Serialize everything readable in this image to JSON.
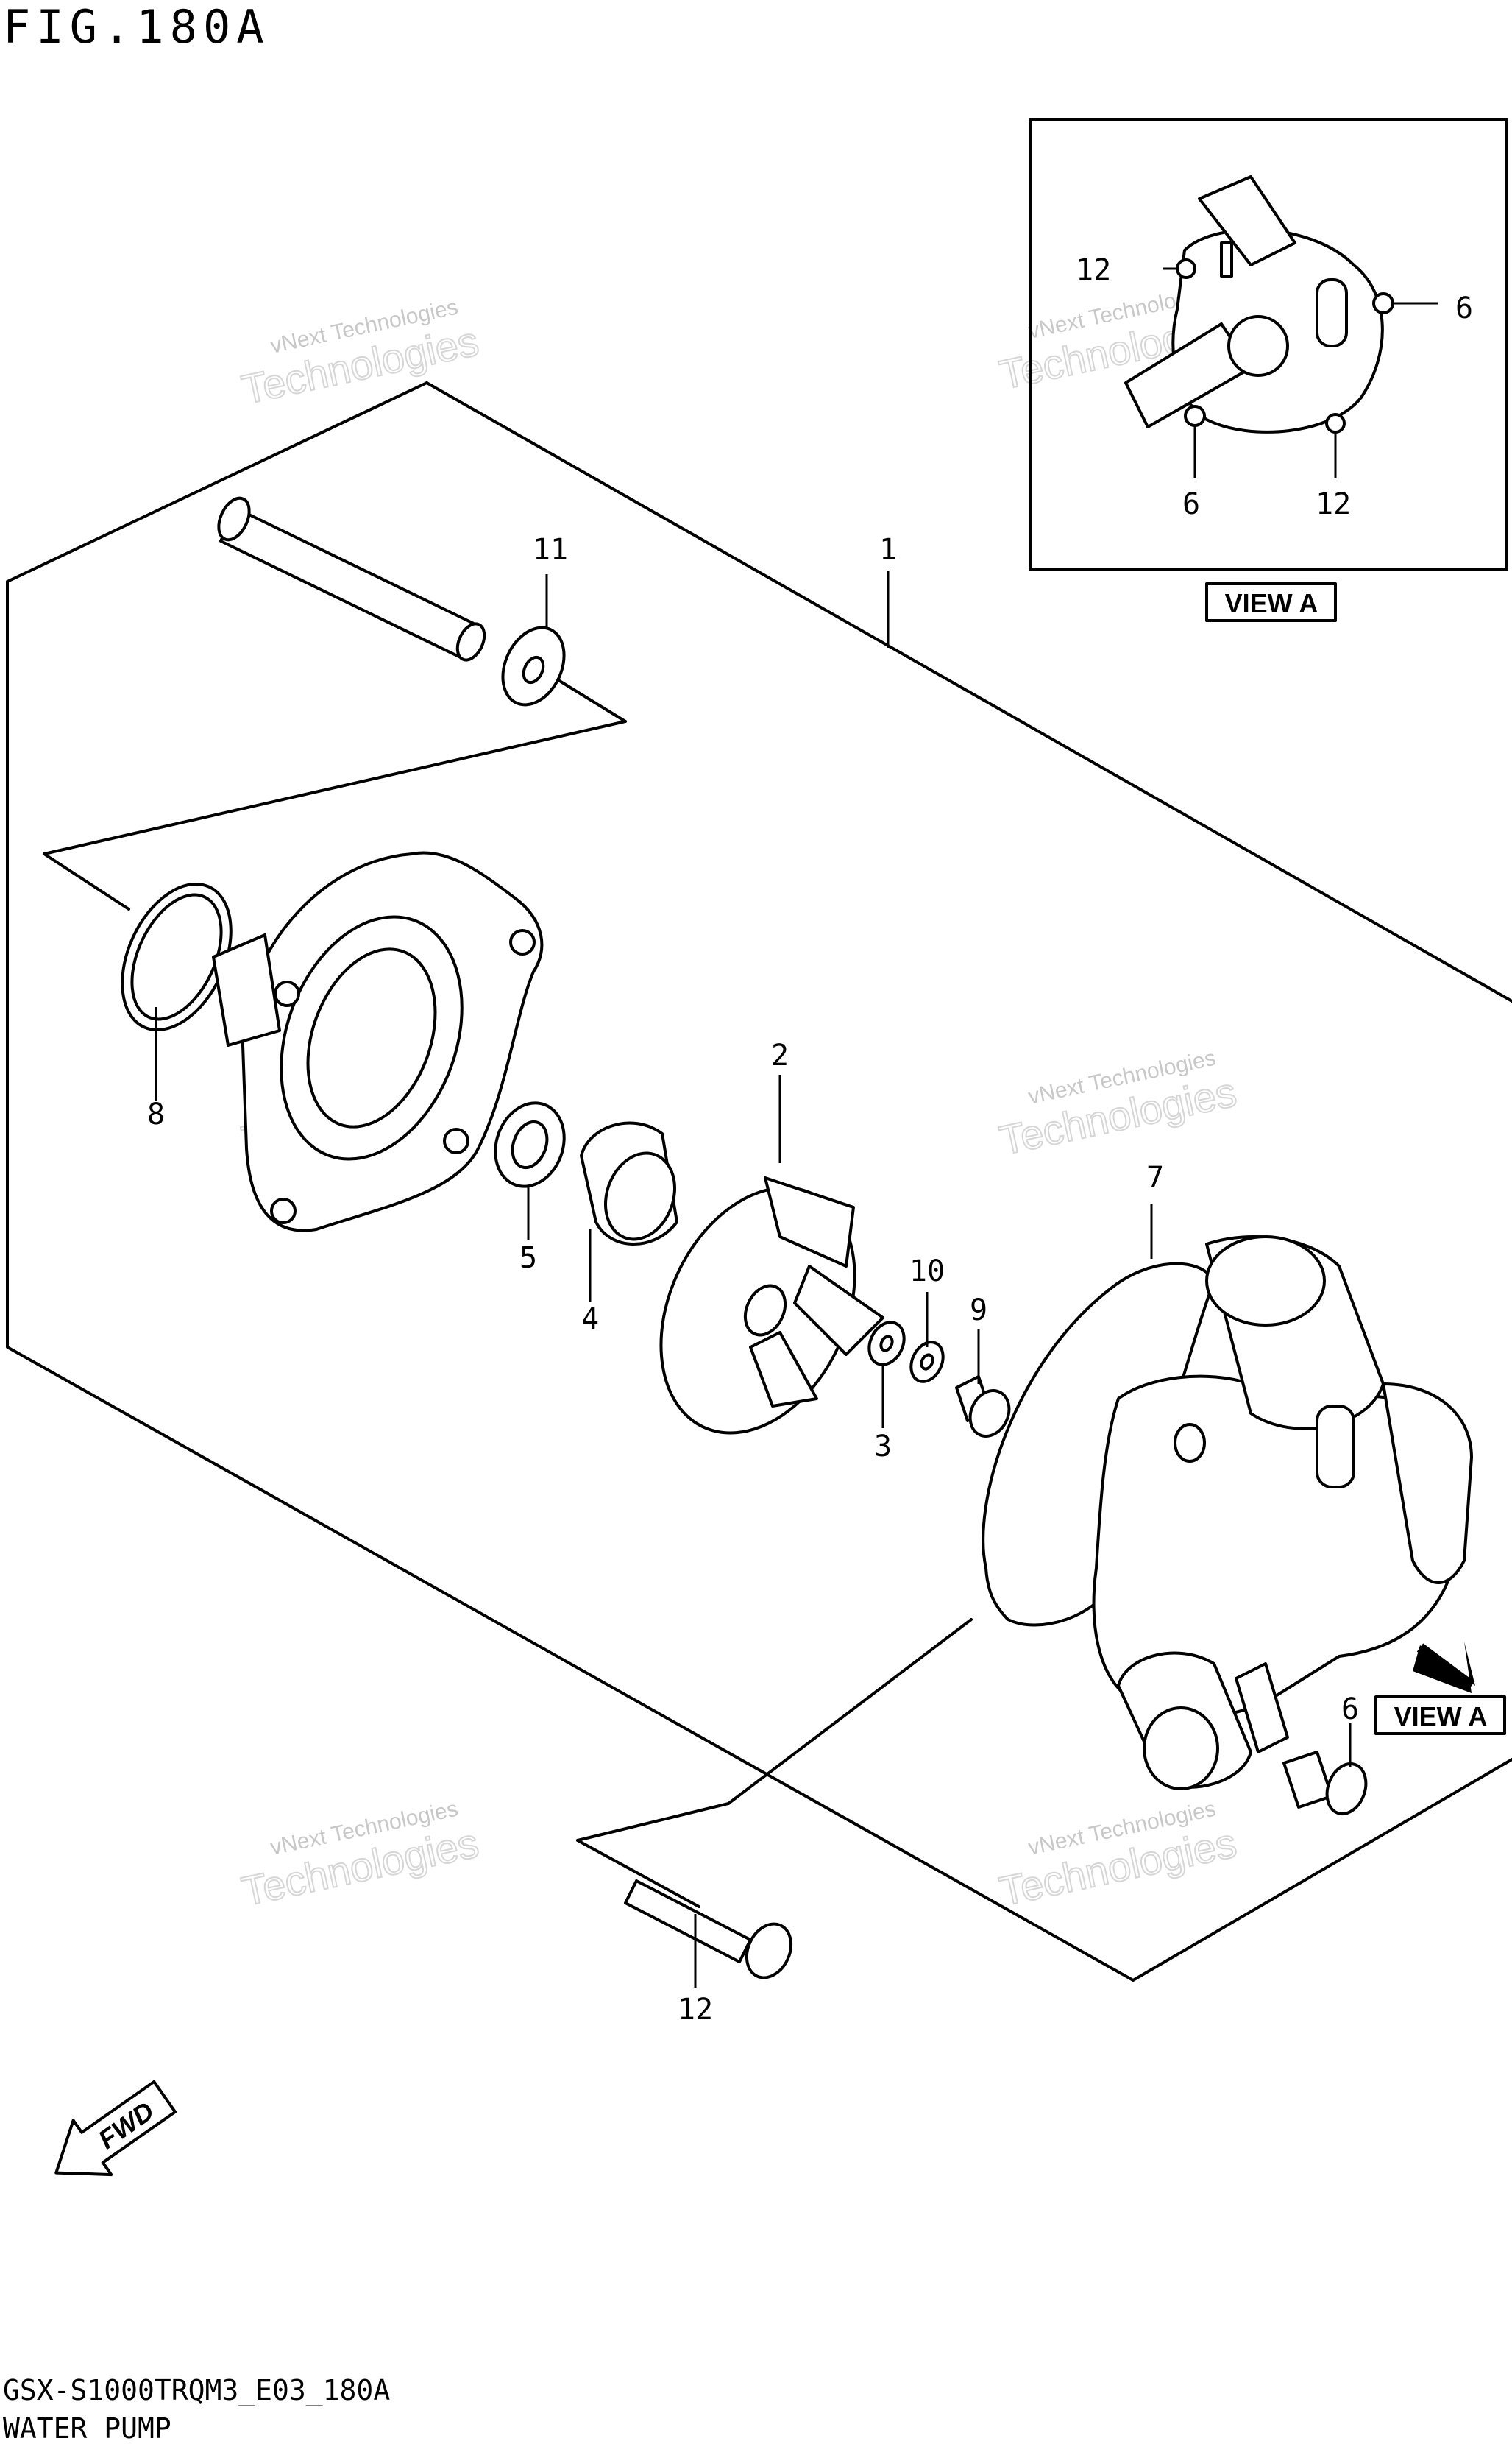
{
  "figure_id": "FIG.180A",
  "page_code": "GSX-S1000TRQM3_E03_180A",
  "section_title": "WATER PUMP",
  "view_label": "VIEW A",
  "fwd_label": "FWD",
  "watermark": {
    "line1": "vNext Technologies",
    "line2": "Technologies"
  },
  "callouts": {
    "c1": "1",
    "c2": "2",
    "c3": "3",
    "c4": "4",
    "c5": "5",
    "c6": "6",
    "c7": "7",
    "c8": "8",
    "c9": "9",
    "c10": "10",
    "c11": "11",
    "c12": "12"
  },
  "colors": {
    "ink": "#000000",
    "paper": "#ffffff",
    "watermark": "#c8c8c8"
  }
}
